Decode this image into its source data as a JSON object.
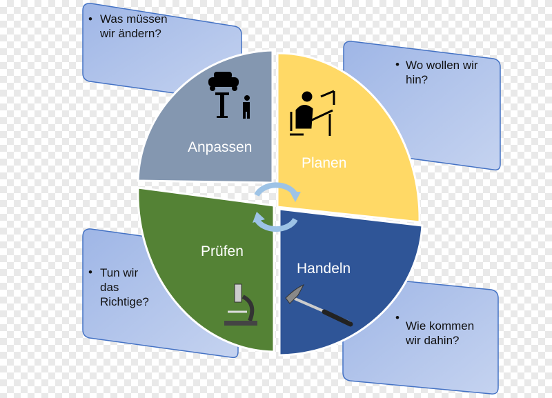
{
  "questions": [
    {
      "lines": [
        "Was müssen",
        "wir ändern?"
      ]
    },
    {
      "lines": [
        "Wo wollen wir",
        "hin?"
      ]
    },
    {
      "lines": [
        "Tun wir",
        "das",
        "Richtige?"
      ]
    },
    {
      "lines": [
        "Wie kommen",
        "wir dahin?"
      ]
    }
  ],
  "quadrants": [
    {
      "label": "Anpassen",
      "color": "#8497b0",
      "icon": "car-lift-mechanic-icon"
    },
    {
      "label": "Planen",
      "color": "#ffd966",
      "icon": "person-drafting-table-icon"
    },
    {
      "label": "Prüfen",
      "color": "#548235",
      "icon": "microscope-icon"
    },
    {
      "label": "Handeln",
      "color": "#2f5597",
      "icon": "hammer-icon"
    }
  ],
  "box_color": "#b4c7e7",
  "arrow_color": "#9dc3e6"
}
